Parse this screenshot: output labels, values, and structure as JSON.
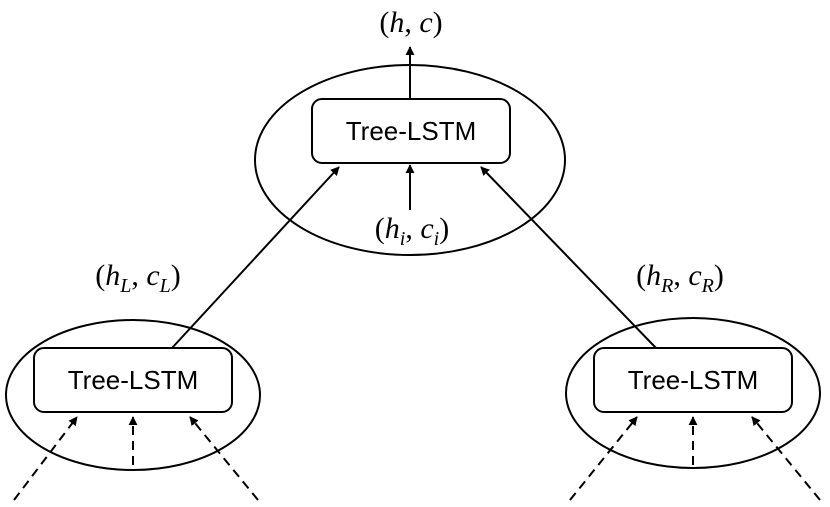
{
  "diagram": {
    "root": {
      "box_label": "Tree-LSTM",
      "output_label": "(h, c)",
      "input_label": "(h_i, c_i)"
    },
    "left_child": {
      "box_label": "Tree-LSTM",
      "edge_label": "(h_L, c_L)"
    },
    "right_child": {
      "box_label": "Tree-LSTM",
      "edge_label": "(h_R, c_R)"
    },
    "colors": {
      "stroke": "#000000",
      "background": "#ffffff"
    }
  }
}
